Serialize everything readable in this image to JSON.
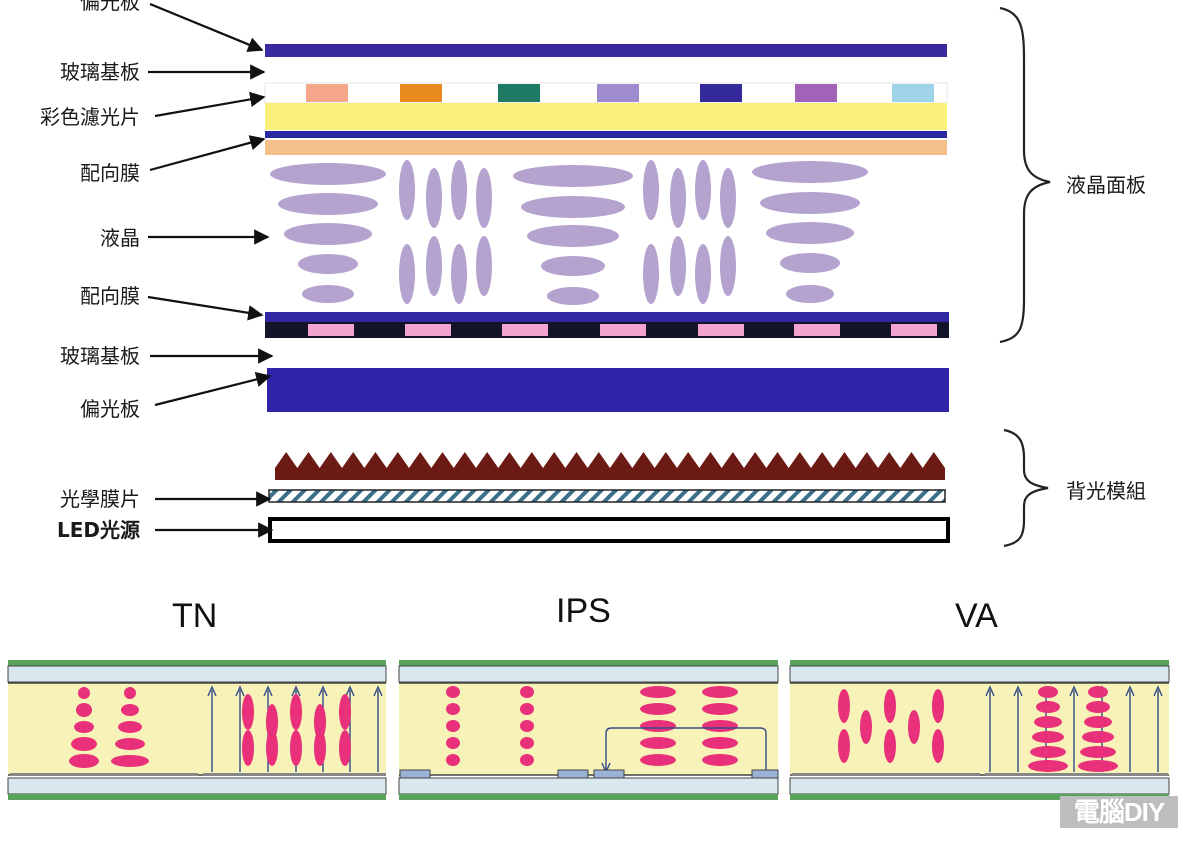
{
  "layers": {
    "polarizer_top": "偏光板",
    "glass_top": "玻璃基板",
    "color_filter": "彩色濾光片",
    "alignment_top": "配向膜",
    "liquid_crystal": "液晶",
    "alignment_bottom": "配向膜",
    "glass_bottom": "玻璃基板",
    "polarizer_bottom": "偏光板",
    "optical_film": "光學膜片",
    "led_source": "LED光源"
  },
  "groups": {
    "lcd_panel": "液晶面板",
    "backlight_module": "背光模組"
  },
  "modes": [
    "TN",
    "IPS",
    "VA"
  ],
  "watermark": "電腦DIY",
  "colors": {
    "polarizer": "#3a2aa0",
    "glass": "#d9e8ef",
    "filter_yellow": "#fbf07a",
    "alignment": "#f6c08a",
    "crystal_gray": "#b4a2cf",
    "crystal_pink": "#e8317a",
    "cell_fill": "#f7f3b8",
    "cell_border": "#5aa35a",
    "prism": "#6b1a14"
  },
  "color_filter_swatches": [
    "#f6a789",
    "#e88a1e",
    "#1f7a63",
    "#9e8ccf",
    "#342a9c",
    "#a363b8",
    "#9ed3ea"
  ]
}
